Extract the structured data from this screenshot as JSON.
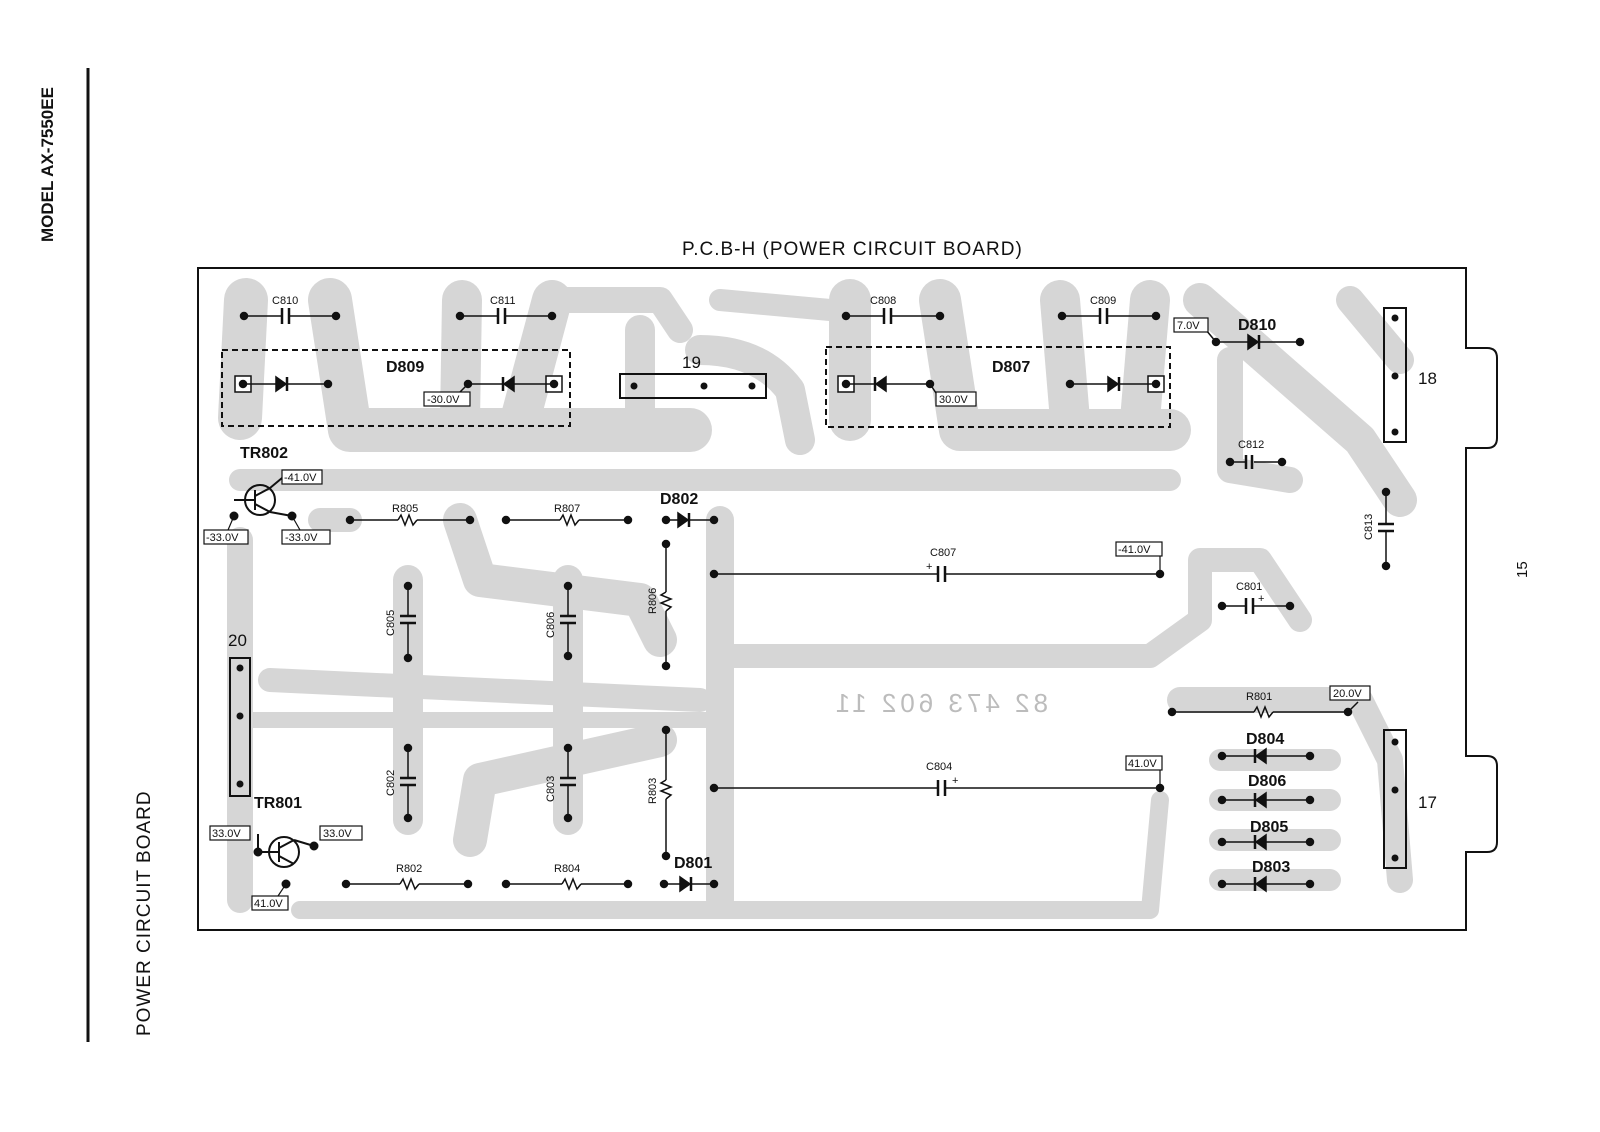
{
  "page": {
    "model": "MODEL AX-7550EE",
    "section": "POWER CIRCUIT BOARD",
    "page_number": "15"
  },
  "board": {
    "title": "P.C.B-H (POWER CIRCUIT BOARD)",
    "mirrored_code": "82 473 602 11",
    "colors": {
      "trace": "#d6d6d6",
      "ink": "#111111",
      "paper": "#ffffff"
    }
  },
  "connectors": [
    "19",
    "18",
    "20",
    "17"
  ],
  "capacitors": {
    "c810": "C810",
    "c811": "C811",
    "c808": "C808",
    "c809": "C809",
    "c812": "C812",
    "c813": "C813",
    "c807": "C807",
    "c801": "C801",
    "c804": "C804",
    "c805": "C805",
    "c806": "C806",
    "c802": "C802",
    "c803": "C803"
  },
  "diodes": {
    "d809": "D809",
    "d807": "D807",
    "d810": "D810",
    "d802": "D802",
    "d801": "D801",
    "d804": "D804",
    "d806": "D806",
    "d805": "D805",
    "d803": "D803"
  },
  "resistors": {
    "r805": "R805",
    "r807": "R807",
    "r806": "R806",
    "r803": "R803",
    "r802": "R802",
    "r804": "R804",
    "r801": "R801"
  },
  "transistors": {
    "tr802": "TR802",
    "tr801": "TR801"
  },
  "voltages": {
    "v_minus30": "-30.0V",
    "v_30": "30.0V",
    "v_7": "7.0V",
    "v_minus41_tr": "-41.0V",
    "v_minus33_a": "-33.0V",
    "v_minus33_b": "-33.0V",
    "v_minus41_c807": "-41.0V",
    "v_20": "20.0V",
    "v_41_c804": "41.0V",
    "v_33_a": "33.0V",
    "v_33_b": "33.0V",
    "v_41_tr": "41.0V"
  }
}
